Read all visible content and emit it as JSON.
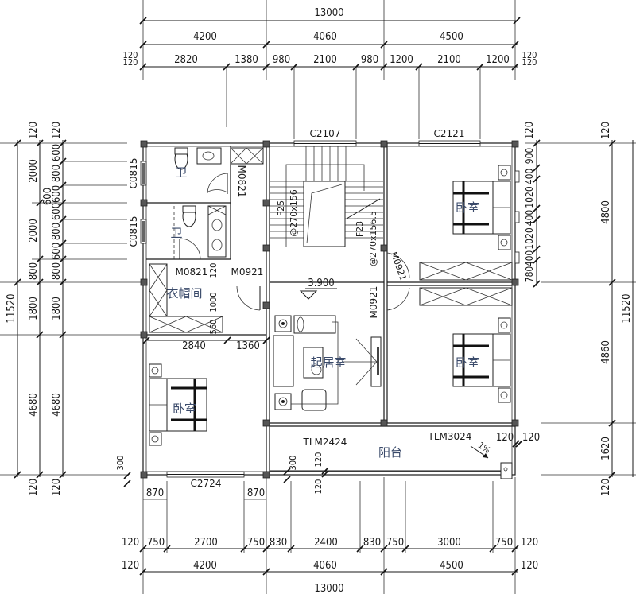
{
  "drawing": {
    "type": "architectural floor plan",
    "level_elevation": "3.900",
    "slope_note": "1%"
  },
  "dimensions": {
    "top": {
      "overall": "13000",
      "bays": [
        "4200",
        "4060",
        "4500"
      ],
      "detail": [
        "2820",
        "1380",
        "980",
        "2100",
        "980",
        "1200",
        "2100",
        "1200"
      ],
      "edge_left": [
        "120",
        "120"
      ],
      "edge_right": [
        "120",
        "120"
      ]
    },
    "bottom": {
      "overall": "13000",
      "bays": [
        "4200",
        "4060",
        "4500"
      ],
      "detail": [
        "750",
        "2700",
        "750",
        "830",
        "2400",
        "830",
        "750",
        "3000",
        "750"
      ],
      "edge_left": [
        "120",
        "120"
      ],
      "edge_right": [
        "120",
        "120"
      ],
      "piers": [
        "870",
        "870"
      ]
    },
    "left": {
      "overall": "11520",
      "bays": [
        "2000",
        "600",
        "2000",
        "800",
        "1800",
        "4680"
      ],
      "detail": [
        "600",
        "800",
        "600",
        "600",
        "800",
        "600",
        "800",
        "1800",
        "4680"
      ],
      "edge_top": [
        "120",
        "120"
      ],
      "edge_bottom": [
        "120",
        "120"
      ],
      "sill": "300"
    },
    "right": {
      "overall": "11520",
      "bays": [
        "4800",
        "4860",
        "1620"
      ],
      "detail": [
        "900",
        "400",
        "1020",
        "400",
        "1020",
        "400",
        "780"
      ],
      "edge_top": [
        "120",
        "120"
      ],
      "edge_bottom": [
        "120",
        "120"
      ],
      "balcony_wall": [
        "120",
        "120"
      ]
    },
    "interior": {
      "cloak_width": "2840",
      "corridor_width": "1360",
      "cloak_depth": [
        "120",
        "1000",
        "560"
      ],
      "balcony_sill": "300",
      "balcony_wall": [
        "120",
        "120"
      ]
    }
  },
  "openings": {
    "windows": [
      "C2107",
      "C2121",
      "C0815",
      "C0815",
      "C2724"
    ],
    "doors": [
      "M0821",
      "M0821",
      "M0921",
      "M0921",
      "M0921"
    ],
    "sliding_doors": [
      "TLM2424",
      "TLM3024"
    ]
  },
  "stair": {
    "left_flight_steps": "F25",
    "left_flight_spec": "@270x156",
    "right_flight_steps": "F23",
    "right_flight_spec": "@270x156.5"
  },
  "rooms": {
    "bath_upper": "卫",
    "bath_lower": "卫",
    "cloakroom": "衣帽间",
    "living": "起居室",
    "bedroom_ne": "卧室",
    "bedroom_se": "卧室",
    "bedroom_sw": "卧室",
    "balcony": "阳台"
  }
}
